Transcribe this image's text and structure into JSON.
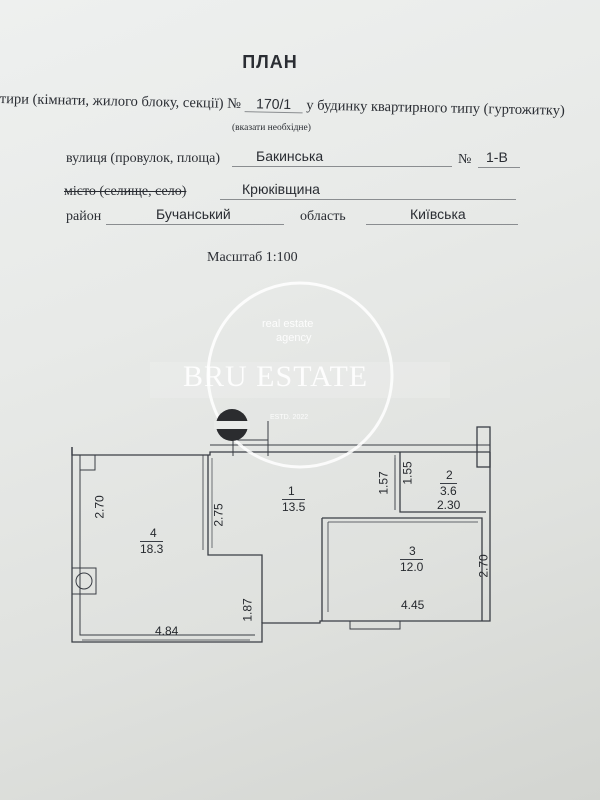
{
  "header": {
    "title": "ПЛАН",
    "line_prefix": "тири (кімнати, жилого блоку, секції) №",
    "unit_number": "170/1",
    "line_suffix": "у будинку квартирного типу (гуртожитку)",
    "hint": "(вказати необхідне)"
  },
  "address": {
    "street_label": "вулиця (провулок, площа)",
    "street_value": "Бакинська",
    "number_label": "№",
    "number_value": "1-В",
    "city_label": "місто (селище, село)",
    "city_value": "Крюківщина",
    "district_label": "район",
    "district_value": "Бучанський",
    "region_label": "область",
    "region_value": "Київська"
  },
  "scale": "Масштаб 1:100",
  "watermark": {
    "small_line1": "real estate",
    "small_line2": "agency",
    "brand": "BRU ESTATE",
    "tiny": "ESTD. 2022"
  },
  "rooms": [
    {
      "number": "1",
      "area": "13.5"
    },
    {
      "number": "2",
      "area": "3.6"
    },
    {
      "number": "3",
      "area": "12.0"
    },
    {
      "number": "4",
      "area": "18.3"
    }
  ],
  "dimensions": {
    "d_270_left": "2.70",
    "d_275": "2.75",
    "d_187": "1.87",
    "d_484": "4.84",
    "d_157": "1.57",
    "d_155": "1.55",
    "d_230": "2.30",
    "d_270_right": "2.70",
    "d_445": "4.45"
  }
}
